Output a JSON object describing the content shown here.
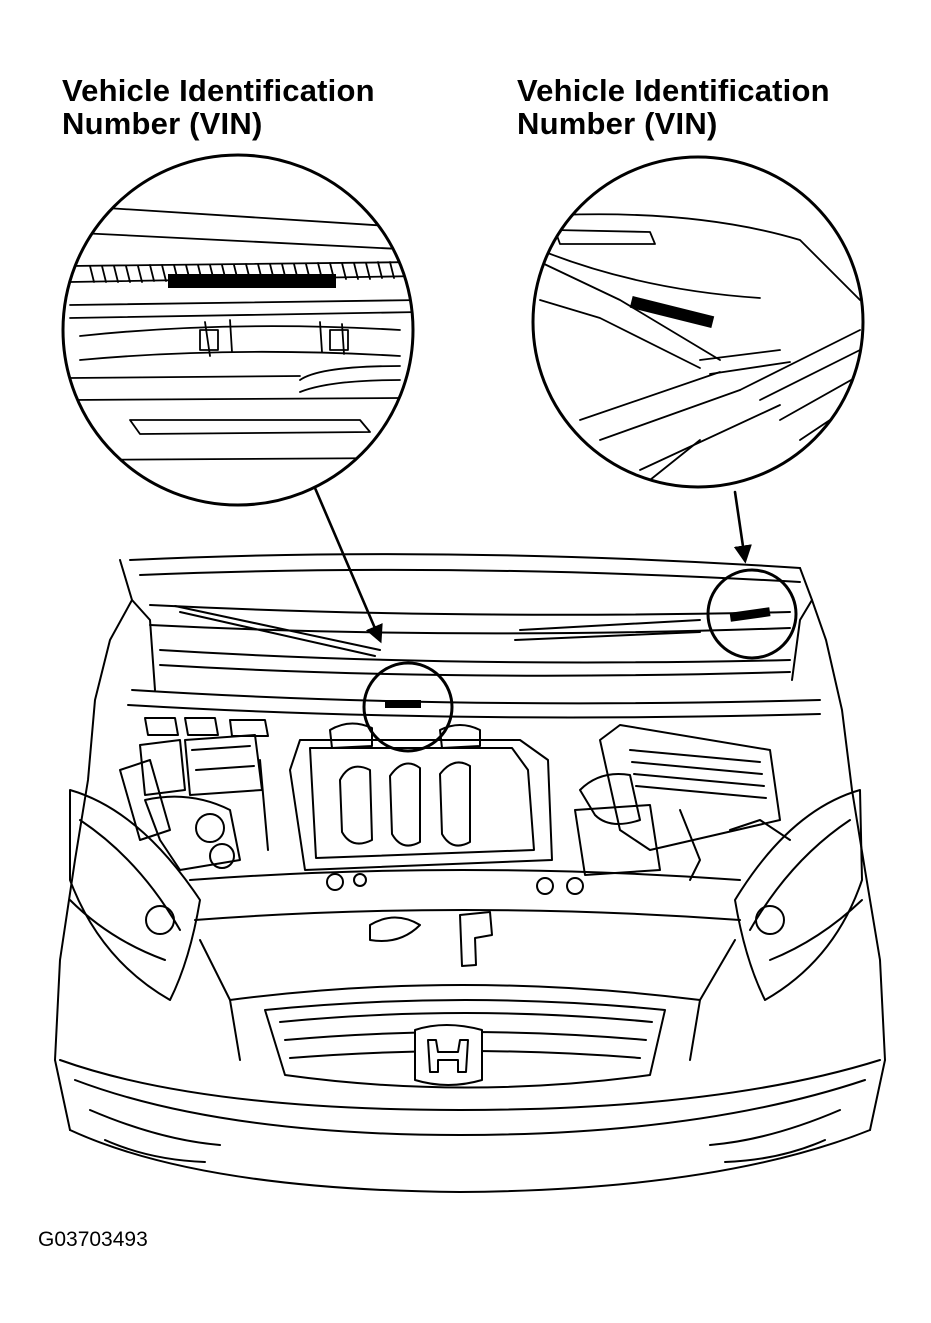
{
  "callouts": {
    "left": {
      "line1": "Vehicle Identification",
      "line2": "Number (VIN)"
    },
    "right": {
      "line1": "Vehicle Identification",
      "line2": "Number (VIN)"
    }
  },
  "figure_id": "G03703493",
  "colors": {
    "ink": "#000000",
    "paper": "#ffffff"
  },
  "emblem": "honda-h-logo"
}
